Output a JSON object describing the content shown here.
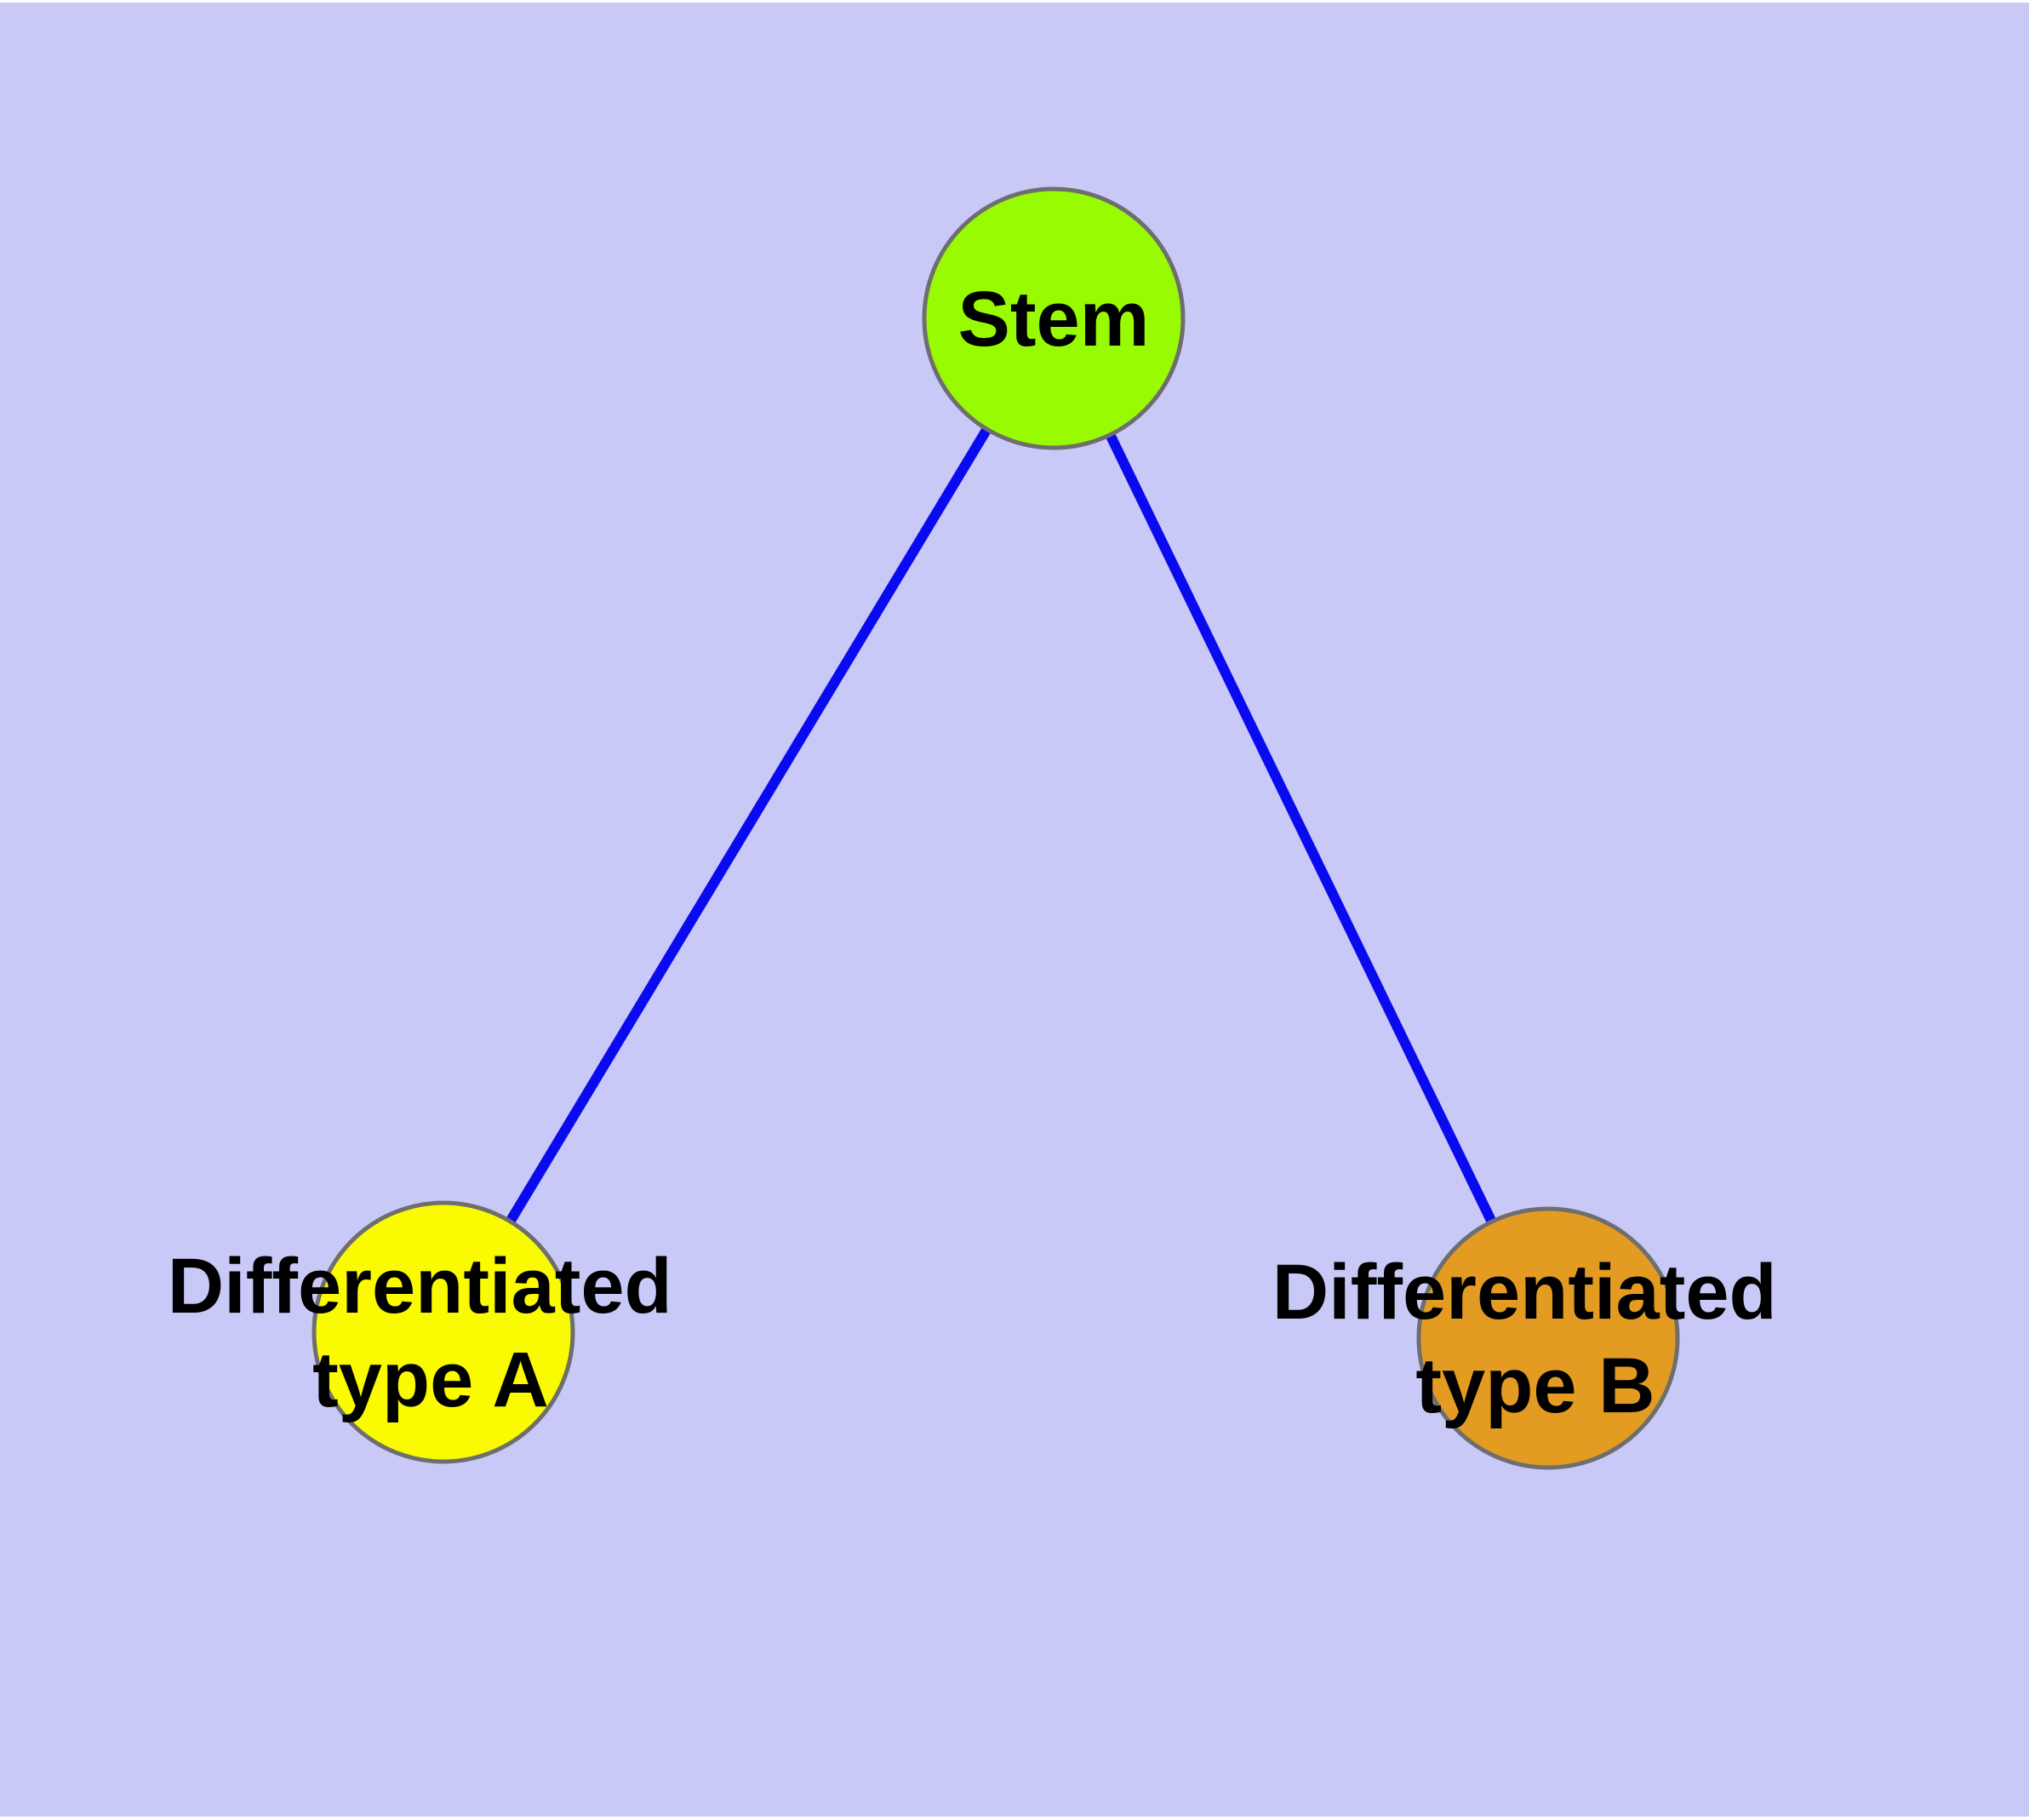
{
  "diagram": {
    "title": "",
    "background_color": "#c9c9f7",
    "margin_color": "#ffffff",
    "edge_color": "#0a0af0",
    "node_border_color": "#6e6e6e",
    "label_color": "#000000",
    "nodes": [
      {
        "id": "stem",
        "label": "Stem",
        "label_line1": "Stem",
        "label_line2": "",
        "fill": "#99fb01"
      },
      {
        "id": "type-a",
        "label": "Differentiated type A",
        "label_line1": "Differentiated",
        "label_line2": "type A",
        "fill": "#fafa00"
      },
      {
        "id": "type-b",
        "label": "Differentiated type B",
        "label_line1": "Differentiated",
        "label_line2": "type B",
        "fill": "#e39c21"
      }
    ],
    "edges": [
      {
        "from": "Stem",
        "to": "Differentiated type A"
      },
      {
        "from": "Stem",
        "to": "Differentiated type B"
      }
    ]
  }
}
